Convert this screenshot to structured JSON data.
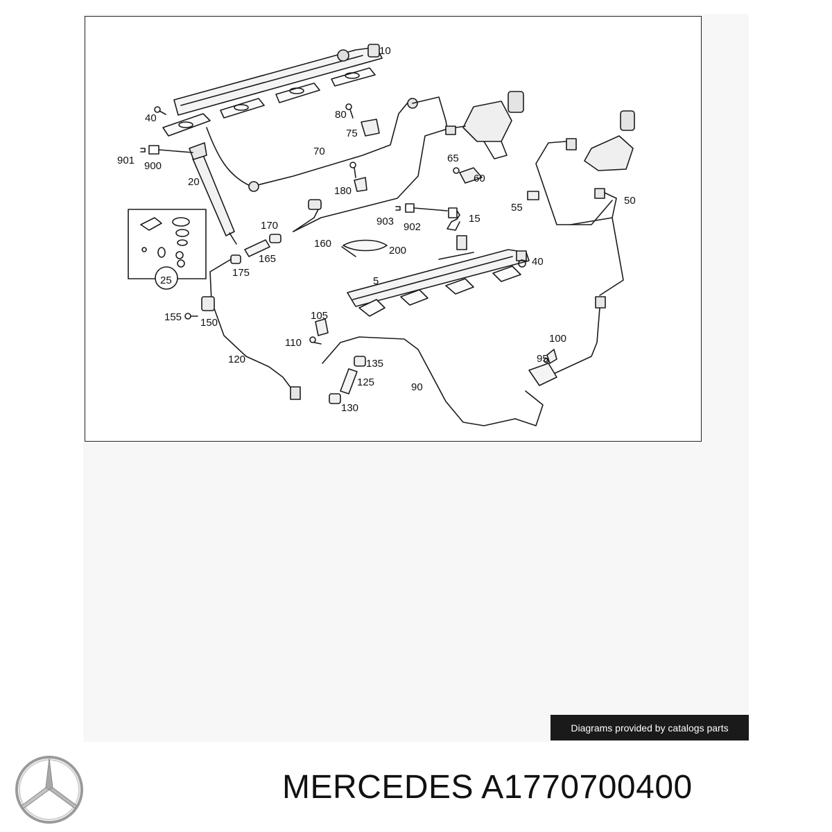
{
  "diagram": {
    "callouts": [
      {
        "id": "c10",
        "text": "10"
      },
      {
        "id": "c40a",
        "text": "40"
      },
      {
        "id": "c80",
        "text": "80"
      },
      {
        "id": "c75",
        "text": "75"
      },
      {
        "id": "c901",
        "text": "901"
      },
      {
        "id": "c900",
        "text": "900"
      },
      {
        "id": "c70",
        "text": "70"
      },
      {
        "id": "c20",
        "text": "20"
      },
      {
        "id": "c65",
        "text": "65"
      },
      {
        "id": "c60",
        "text": "60"
      },
      {
        "id": "c180",
        "text": "180"
      },
      {
        "id": "c55",
        "text": "55"
      },
      {
        "id": "c50",
        "text": "50"
      },
      {
        "id": "c903",
        "text": "903"
      },
      {
        "id": "c902",
        "text": "902"
      },
      {
        "id": "c15",
        "text": "15"
      },
      {
        "id": "c170",
        "text": "170"
      },
      {
        "id": "c160",
        "text": "160"
      },
      {
        "id": "c165",
        "text": "165"
      },
      {
        "id": "c200",
        "text": "200"
      },
      {
        "id": "c175",
        "text": "175"
      },
      {
        "id": "c25",
        "text": "25"
      },
      {
        "id": "c40b",
        "text": "40"
      },
      {
        "id": "c5",
        "text": "5"
      },
      {
        "id": "c155",
        "text": "155"
      },
      {
        "id": "c150",
        "text": "150"
      },
      {
        "id": "c105",
        "text": "105"
      },
      {
        "id": "c110",
        "text": "110"
      },
      {
        "id": "c100",
        "text": "100"
      },
      {
        "id": "c95",
        "text": "95"
      },
      {
        "id": "c120",
        "text": "120"
      },
      {
        "id": "c135",
        "text": "135"
      },
      {
        "id": "c125",
        "text": "125"
      },
      {
        "id": "c90",
        "text": "90"
      },
      {
        "id": "c130",
        "text": "130"
      }
    ]
  },
  "credit": {
    "text": "Diagrams provided by catalogs parts"
  },
  "caption": {
    "brand": "MERCEDES",
    "part_number": "A1770700400"
  },
  "logo": {
    "icon": "mercedes-star-icon"
  }
}
